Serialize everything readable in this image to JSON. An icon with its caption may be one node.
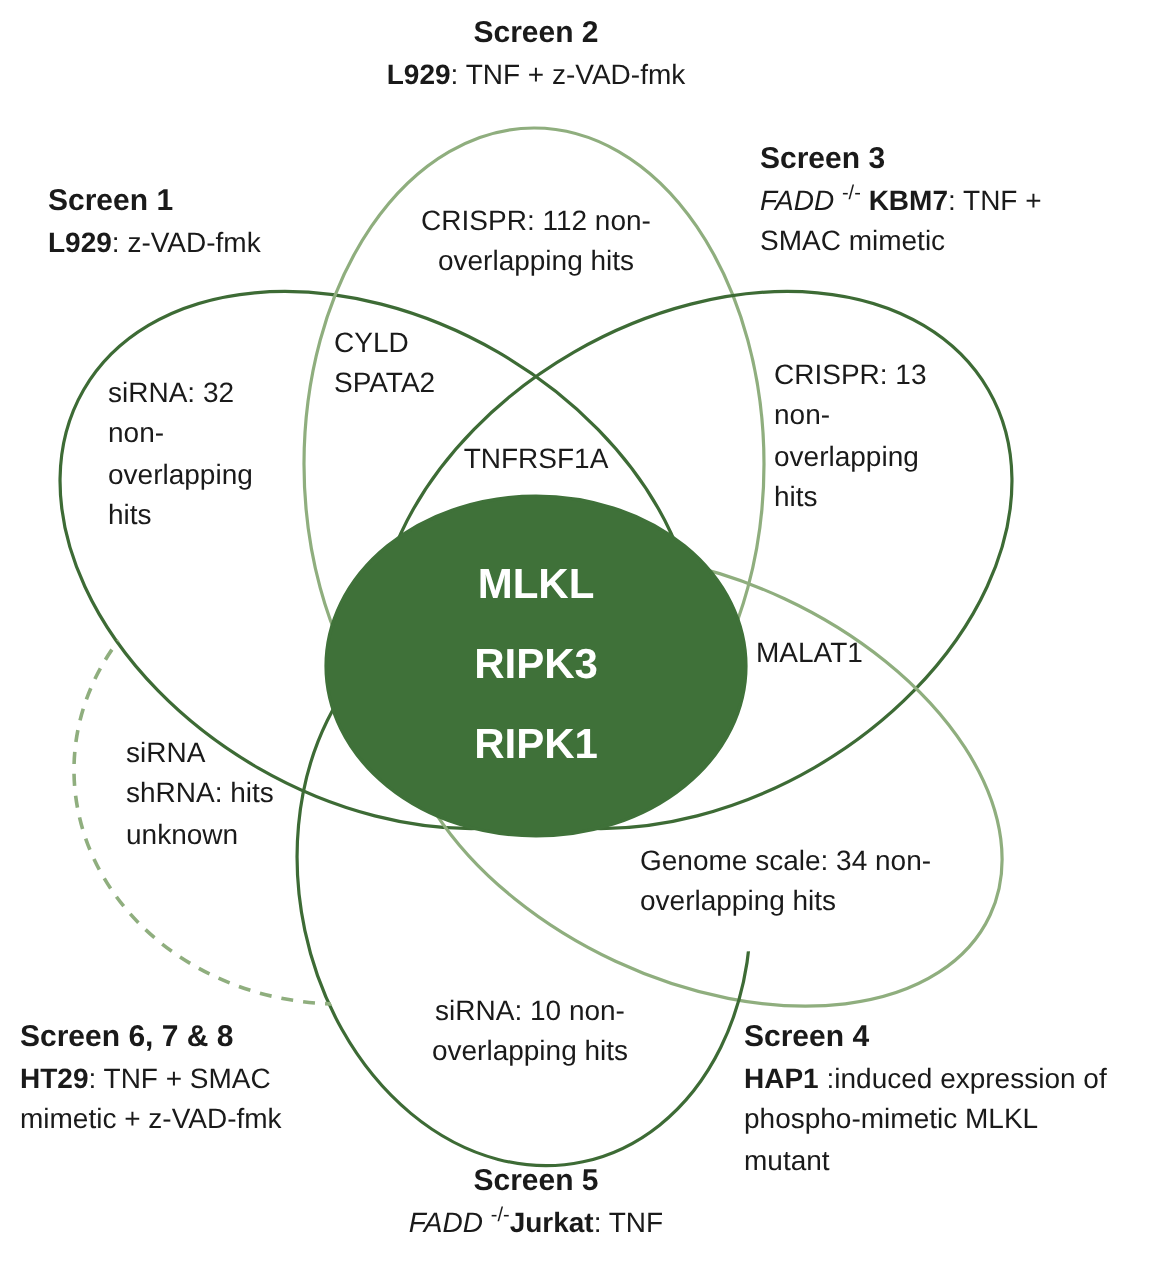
{
  "diagram": {
    "nodes": [
      {
        "text": [
          "Screen 1",
          "**L929**: z-VAD-fmk",
          "siRNA: 32 non-overlapping hits"
        ]
      },
      {
        "text": [
          "Screen 2",
          "**L929**: TNF + z-VAD-fmk",
          "CRISPR: 112 non-overlapping hits"
        ]
      },
      {
        "text": [
          "Screen 3",
          "*FADD* $^{-/-}$ **KBM7**: TNF + SMAC mimetic",
          "CRISPR: 13 non-overlapping hits"
        ]
      },
      {
        "text": [
          "Genome scale: 34 non-overlapping hits",
          "Screen 4",
          "**HAP1** :induced expression of phospho-mimetic MLKL mutant"
        ]
      },
      {
        "text": [
          "siRNA: 10 non-overlapping hits",
          "Screen 5",
          "*FADD* $^{-/-}$**Jurkat**: TNF"
        ]
      },
      {
        "text": [
          "siRNA shRNA: hits unknown",
          "Screen 6, 7 & 8",
          "**HT29**: TNF + SMAC mimetic + z-VAD-fmk"
        ]
      },
      {
        "text": [
          "MLKL",
          "RIPK3",
          "RIPK1"
        ]
      }
    ],
    "labels": [
      "CYLD SPATA2",
      "TNFRSF1A",
      "MALAT1"
    ]
  }
}
